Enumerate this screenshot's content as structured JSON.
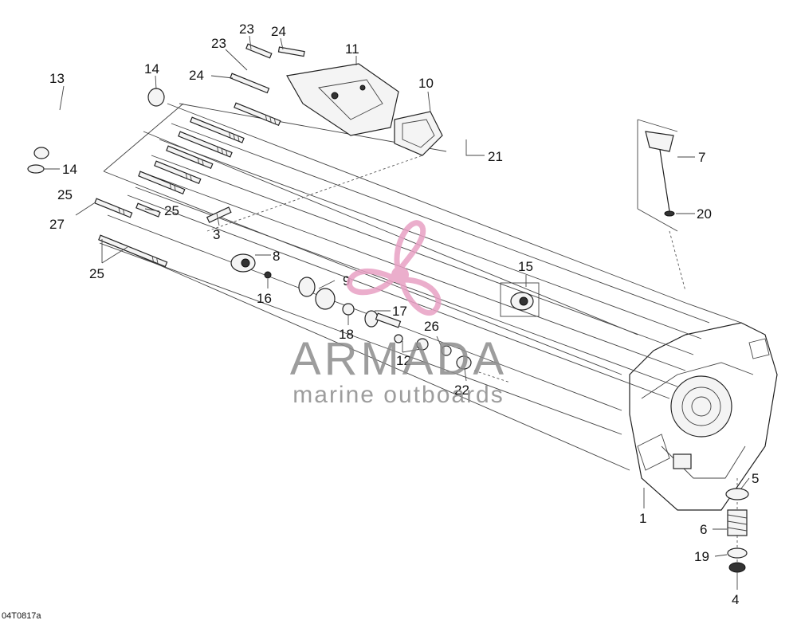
{
  "document_id": "04T0817a",
  "watermark": {
    "brand": "ARMADA",
    "tagline": "marine outboards",
    "accent_color": "#e8a0c4",
    "text_color": "#8c8c8c",
    "logo": "propeller-logo"
  },
  "callouts": [
    {
      "id": "c23a",
      "text": "23"
    },
    {
      "id": "c24a",
      "text": "24"
    },
    {
      "id": "c23b",
      "text": "23"
    },
    {
      "id": "c11",
      "text": "11"
    },
    {
      "id": "c13",
      "text": "13"
    },
    {
      "id": "c14a",
      "text": "14"
    },
    {
      "id": "c24b",
      "text": "24"
    },
    {
      "id": "c10",
      "text": "10"
    },
    {
      "id": "c14b",
      "text": "14"
    },
    {
      "id": "c21",
      "text": "21"
    },
    {
      "id": "c7",
      "text": "7"
    },
    {
      "id": "c25a",
      "text": "25"
    },
    {
      "id": "c20",
      "text": "20"
    },
    {
      "id": "c27",
      "text": "27"
    },
    {
      "id": "c25b",
      "text": "25"
    },
    {
      "id": "c3",
      "text": "3"
    },
    {
      "id": "c8",
      "text": "8"
    },
    {
      "id": "c15",
      "text": "15"
    },
    {
      "id": "c25c",
      "text": "25"
    },
    {
      "id": "c9",
      "text": "9"
    },
    {
      "id": "c16",
      "text": "16"
    },
    {
      "id": "c17",
      "text": "17"
    },
    {
      "id": "c26",
      "text": "26"
    },
    {
      "id": "c18",
      "text": "18"
    },
    {
      "id": "c12",
      "text": "12"
    },
    {
      "id": "c22",
      "text": "22"
    },
    {
      "id": "c5",
      "text": "5"
    },
    {
      "id": "c1",
      "text": "1"
    },
    {
      "id": "c6",
      "text": "6"
    },
    {
      "id": "c19",
      "text": "19"
    },
    {
      "id": "c4",
      "text": "4"
    }
  ]
}
